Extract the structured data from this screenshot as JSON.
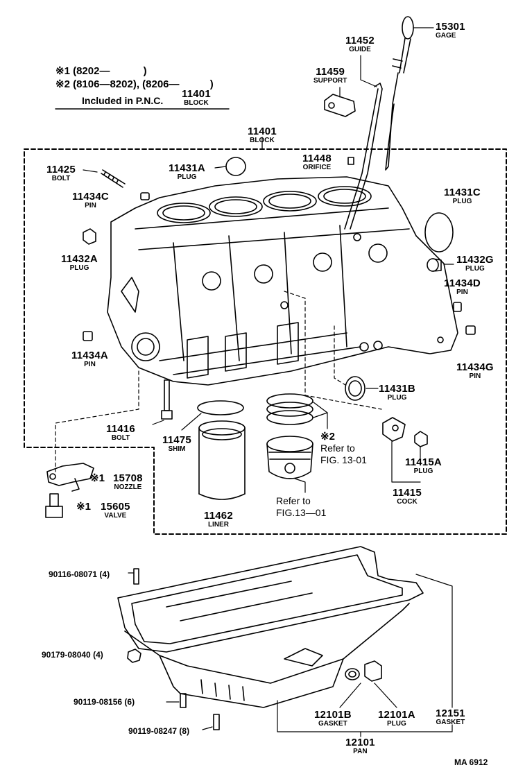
{
  "legend": {
    "row1_mark": "※1",
    "row1_text": "(8202—",
    "row1_tail": ")",
    "row2_mark": "※2",
    "row2_text": "(8106—8202), (8206—",
    "row2_tail": ")",
    "included_text": "Included in P.N.C.",
    "included_pn": "11401",
    "included_name": "BLOCK"
  },
  "parts": {
    "gage": {
      "pn": "15301",
      "name": "GAGE"
    },
    "guide": {
      "pn": "11452",
      "name": "GUIDE"
    },
    "support": {
      "pn": "11459",
      "name": "SUPPORT"
    },
    "block": {
      "pn": "11401",
      "name": "BLOCK"
    },
    "orifice": {
      "pn": "11448",
      "name": "ORIFICE"
    },
    "bolt25": {
      "pn": "11425",
      "name": "BOLT"
    },
    "plug31a": {
      "pn": "11431A",
      "name": "PLUG"
    },
    "pin34c": {
      "pn": "11434C",
      "name": "PIN"
    },
    "plug31c": {
      "pn": "11431C",
      "name": "PLUG"
    },
    "plug32a": {
      "pn": "11432A",
      "name": "PLUG"
    },
    "plug32g": {
      "pn": "11432G",
      "name": "PLUG"
    },
    "pin34d": {
      "pn": "11434D",
      "name": "PIN"
    },
    "pin34a": {
      "pn": "11434A",
      "name": "PIN"
    },
    "pin34g": {
      "pn": "11434G",
      "name": "PIN"
    },
    "plug31b": {
      "pn": "11431B",
      "name": "PLUG"
    },
    "bolt16": {
      "pn": "11416",
      "name": "BOLT"
    },
    "shim": {
      "pn": "11475",
      "name": "SHIM"
    },
    "plug15a": {
      "pn": "11415A",
      "name": "PLUG"
    },
    "cock": {
      "pn": "11415",
      "name": "COCK"
    },
    "nozzle": {
      "pn": "15708",
      "name": "NOZZLE",
      "mark": "※1"
    },
    "valve": {
      "pn": "15605",
      "name": "VALVE",
      "mark": "※1"
    },
    "liner": {
      "pn": "11462",
      "name": "LINER"
    },
    "gasket_b": {
      "pn": "12101B",
      "name": "GASKET"
    },
    "plug_a": {
      "pn": "12101A",
      "name": "PLUG"
    },
    "gasket51": {
      "pn": "12151",
      "name": "GASKET"
    },
    "pan": {
      "pn": "12101",
      "name": "PAN"
    }
  },
  "refs": {
    "rings_mark": "※2",
    "rings_ref": "Refer to",
    "rings_fig": "FIG. 13-01",
    "piston_ref": "Refer to",
    "piston_fig": "FIG.13—01"
  },
  "fasteners": {
    "f1": "90116-08071 (4)",
    "f2": "90179-08040 (4)",
    "f3": "90119-08156 (6)",
    "f4": "90119-08247 (8)"
  },
  "code": "MA  6912"
}
